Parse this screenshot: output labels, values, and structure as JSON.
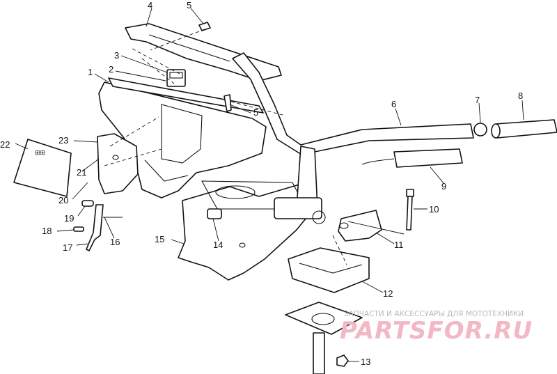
{
  "callouts": [
    {
      "id": "p4",
      "label": "4"
    },
    {
      "id": "p5a",
      "label": "5"
    },
    {
      "id": "p3",
      "label": "3"
    },
    {
      "id": "p1",
      "label": "1"
    },
    {
      "id": "p2",
      "label": "2"
    },
    {
      "id": "p5b",
      "label": "5"
    },
    {
      "id": "p6",
      "label": "6"
    },
    {
      "id": "p7",
      "label": "7"
    },
    {
      "id": "p8",
      "label": "8"
    },
    {
      "id": "p9",
      "label": "9"
    },
    {
      "id": "p10",
      "label": "10"
    },
    {
      "id": "p11",
      "label": "11"
    },
    {
      "id": "p12",
      "label": "12"
    },
    {
      "id": "p13",
      "label": "13"
    },
    {
      "id": "p14",
      "label": "14"
    },
    {
      "id": "p15",
      "label": "15"
    },
    {
      "id": "p16",
      "label": "16"
    },
    {
      "id": "p17",
      "label": "17"
    },
    {
      "id": "p18",
      "label": "18"
    },
    {
      "id": "p19",
      "label": "19"
    },
    {
      "id": "p20",
      "label": "20"
    },
    {
      "id": "p21",
      "label": "21"
    },
    {
      "id": "p22",
      "label": "22"
    },
    {
      "id": "p23",
      "label": "23"
    }
  ],
  "watermark": {
    "tagline": "ЗАПЧАСТИ И АКСЕССУАРЫ ДЛЯ МОТОТЕХНИКИ",
    "brand": "PARTSFOR.RU",
    "color": "#f2b8c3"
  },
  "colors": {
    "line": "#111111",
    "background": "#ffffff"
  }
}
